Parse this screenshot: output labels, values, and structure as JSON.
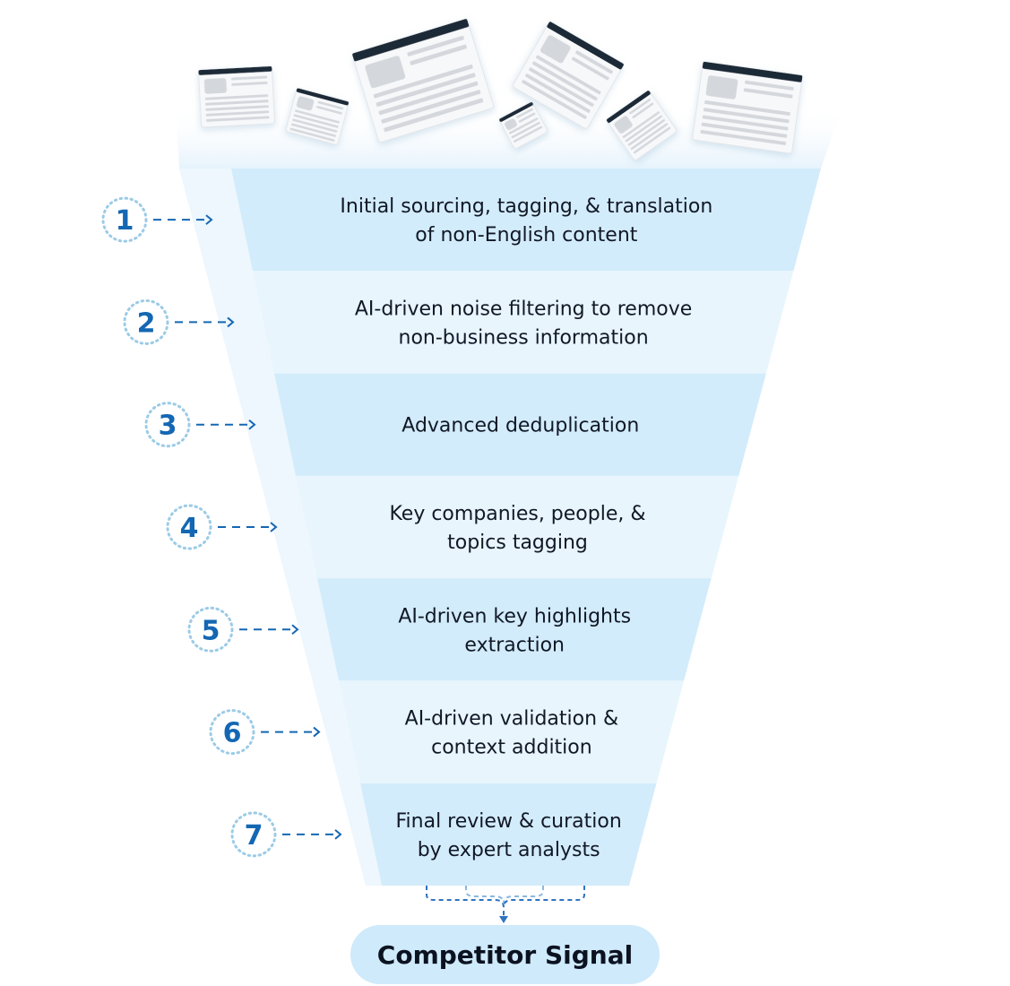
{
  "colors": {
    "band_dark": "#d3ecfb",
    "band_light": "#e8f5fd",
    "side_shade": "#edf7fd",
    "accent": "#1467b3",
    "badge_ring": "#9ccbe6",
    "result_fill": "#cfeafb",
    "text": "#111827",
    "doc_bar": "#1f2937",
    "doc_body": "#f7f8fa",
    "doc_lines": "#d4d7dc"
  },
  "steps": [
    {
      "number": "1",
      "lines": [
        "Initial sourcing, tagging, & translation",
        "of non-English content"
      ]
    },
    {
      "number": "2",
      "lines": [
        "AI-driven noise filtering to remove",
        "non-business information"
      ]
    },
    {
      "number": "3",
      "lines": [
        "Advanced deduplication"
      ]
    },
    {
      "number": "4",
      "lines": [
        "Key companies, people, &",
        "topics tagging"
      ]
    },
    {
      "number": "5",
      "lines": [
        "AI-driven key highlights",
        "extraction"
      ]
    },
    {
      "number": "6",
      "lines": [
        "AI-driven validation &",
        "context addition"
      ]
    },
    {
      "number": "7",
      "lines": [
        "Final review & curation",
        "by expert analysts"
      ]
    }
  ],
  "documents": [
    {
      "icon": "document-icon"
    },
    {
      "icon": "document-icon"
    },
    {
      "icon": "document-icon"
    },
    {
      "icon": "document-icon"
    },
    {
      "icon": "document-icon"
    },
    {
      "icon": "document-icon"
    },
    {
      "icon": "document-icon"
    }
  ],
  "result": {
    "label": "Competitor Signal"
  }
}
